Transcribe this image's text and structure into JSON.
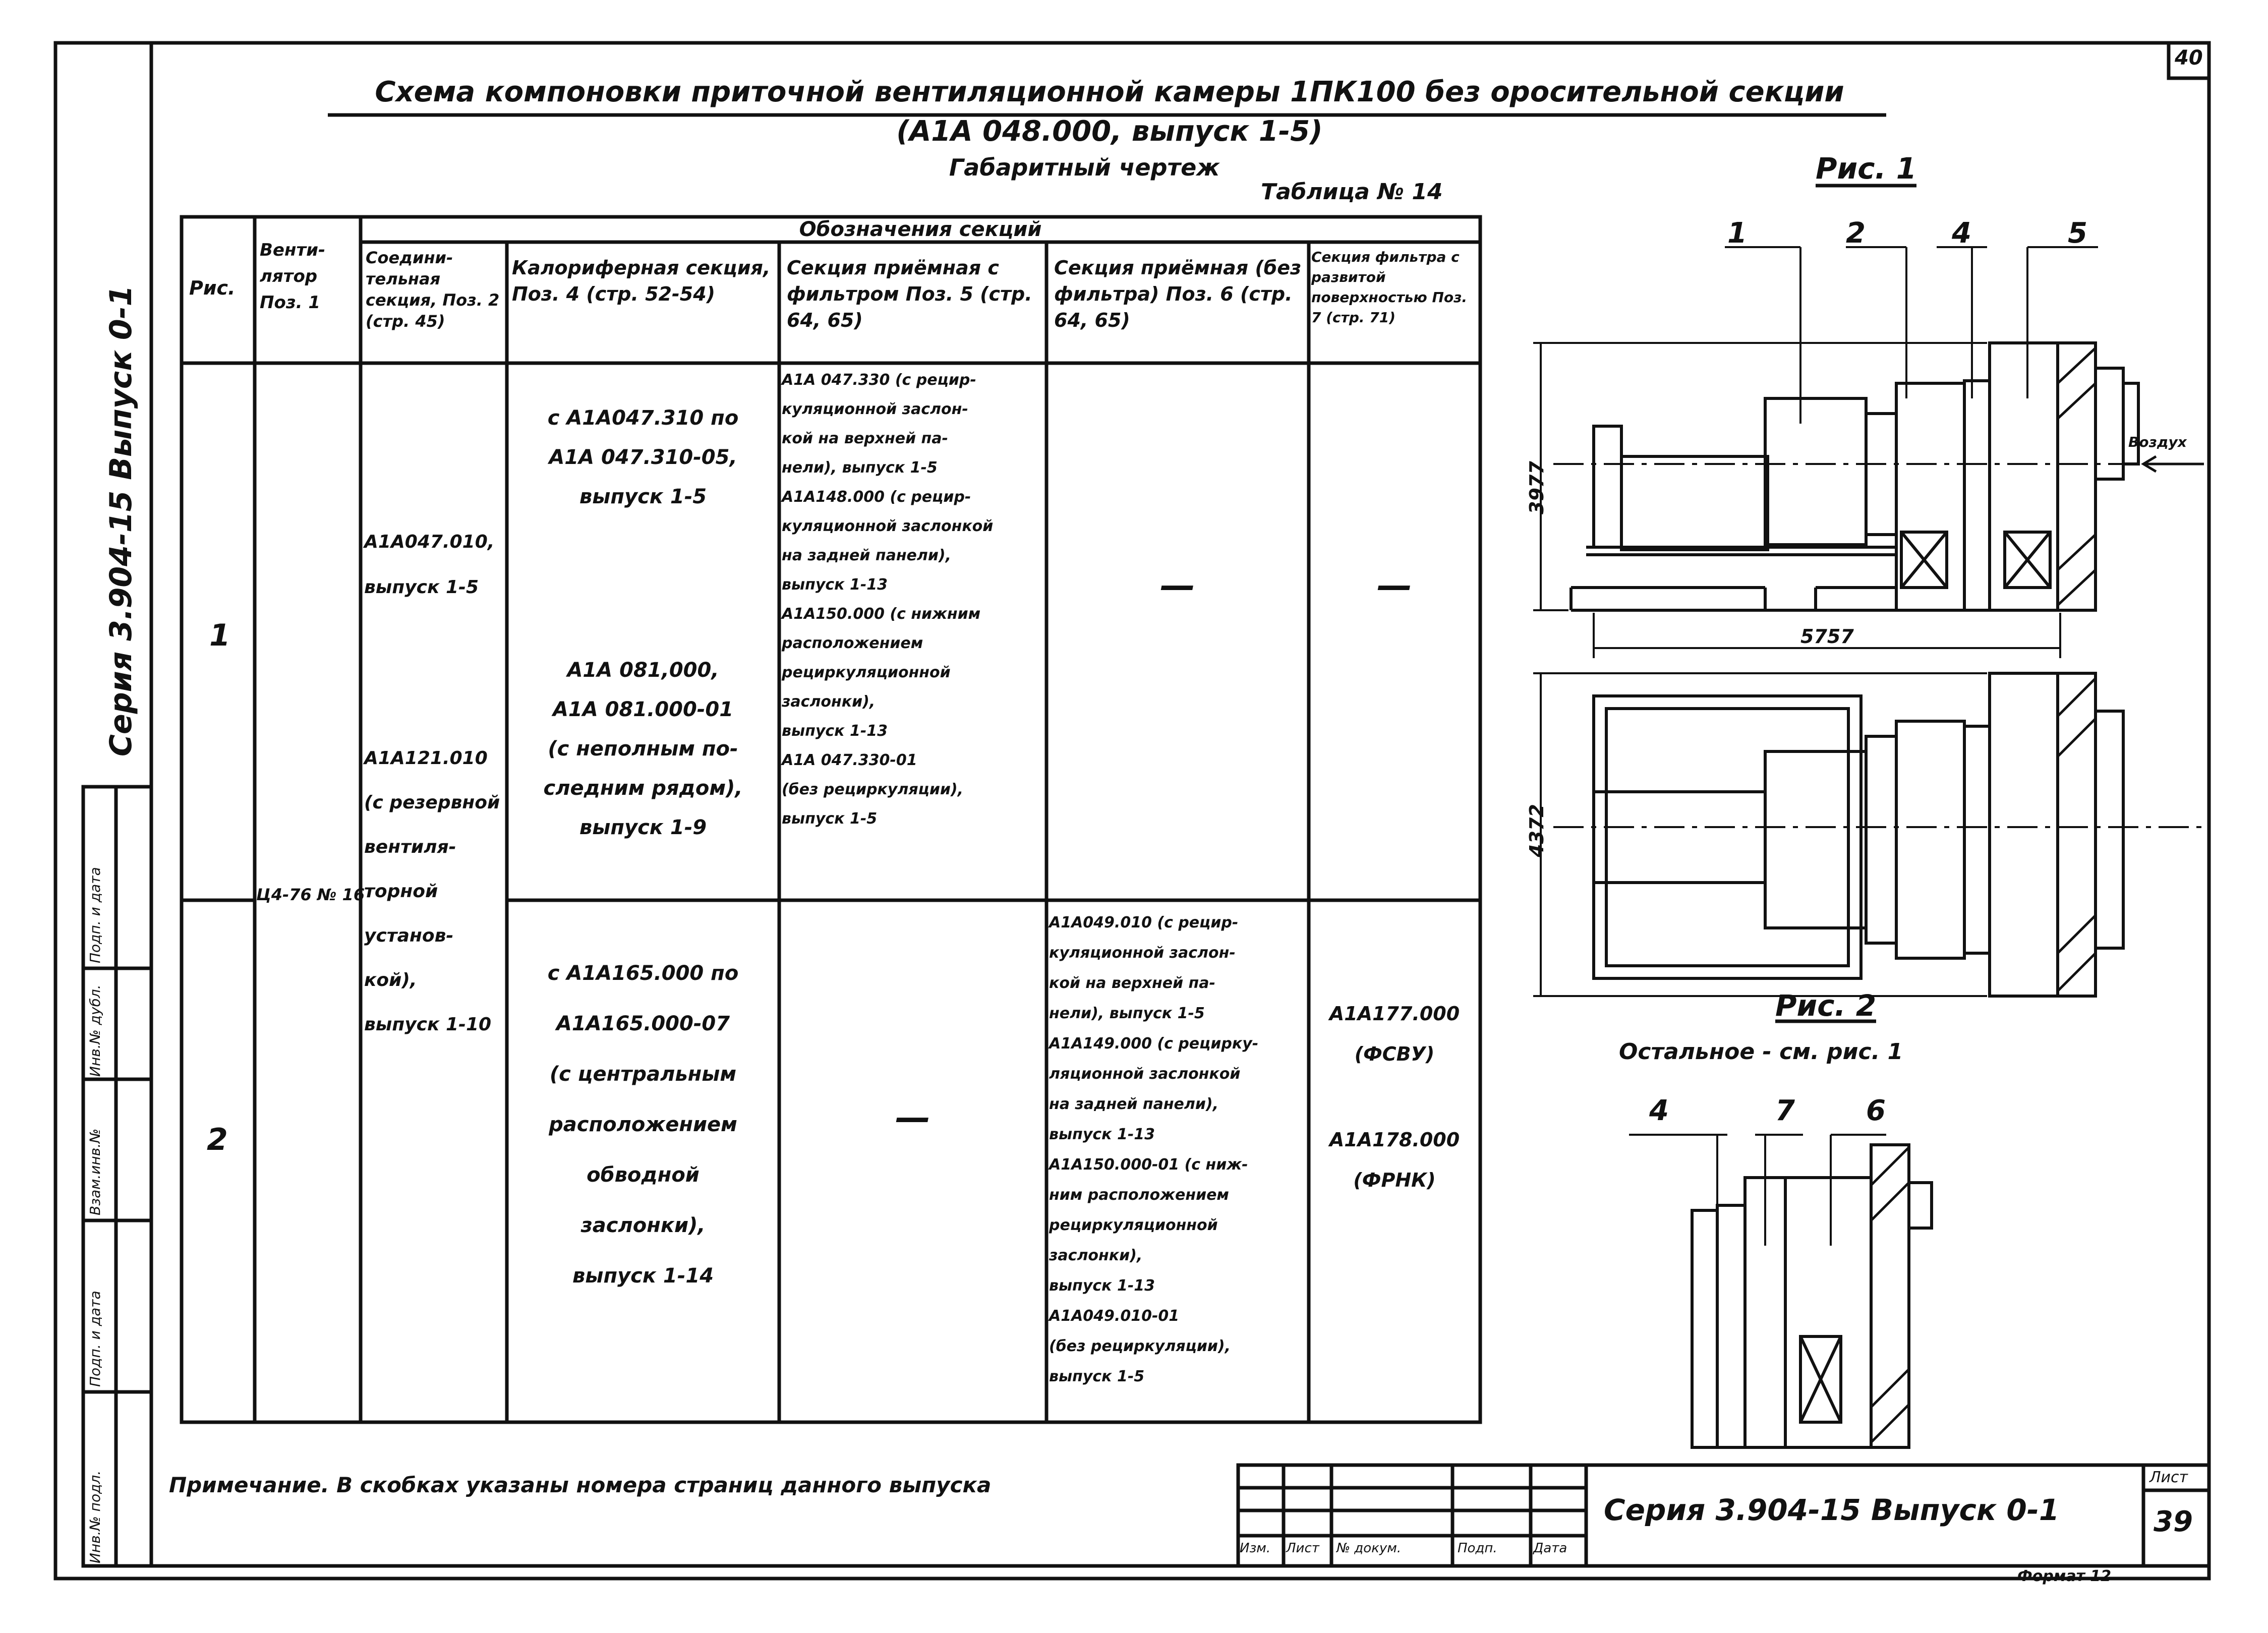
{
  "sheet_corner": "40",
  "title": {
    "line1": "Схема компоновки приточной вентиляционной камеры 1ПК100 без оросительной секции",
    "line2": "(А1А 048.000, выпуск 1-5)",
    "line3": "Габаритный чертеж",
    "table_no": "Таблица № 14"
  },
  "side_series": "Серия 3.904-15 Выпуск 0-1",
  "stamp_side": [
    "Инв.№ подл.",
    "Подп. и дата",
    "Взам.инв.№",
    "Инв.№ дубл.",
    "Подп. и дата"
  ],
  "table": {
    "group_header": "Обозначения секций",
    "headers": [
      "Рис.",
      "Венти-лятор Поз. 1",
      "Соедини-тельная секция, Поз. 2 (стр. 45)",
      "Калориферная секция, Поз. 4 (стр. 52-54)",
      "Секция приёмная с фильтром Поз. 5 (стр. 64, 65)",
      "Секция приёмная (без фильтра) Поз. 6 (стр. 64, 65)",
      "Секция фильтра с развитой поверхностью Поз. 7 (стр. 71)"
    ],
    "row1_fig": "1",
    "row2_fig": "2",
    "fan": "Ц4-76 № 16",
    "conn_a": [
      "А1А047.010,",
      "выпуск 1-5"
    ],
    "conn_b": [
      "А1А121.010",
      "(с резервной",
      "вентиля-",
      "торной",
      "установ-",
      "кой),",
      "выпуск 1-10"
    ],
    "heater_1a": [
      "с А1А047.310 по",
      "А1А 047.310-05,",
      "выпуск 1-5"
    ],
    "heater_1b": [
      "А1А 081,000,",
      "А1А 081.000-01",
      "(с неполным по-",
      "следним рядом),",
      "выпуск 1-9"
    ],
    "heater_2": [
      "с А1А165.000 по",
      "А1А165.000-07",
      "(с центральным",
      "расположением",
      "обводной",
      "заслонки),",
      "выпуск 1-14"
    ],
    "filter_1": [
      "А1А 047.330 (с рецир-",
      "куляционной заслон-",
      "кой на верхней па-",
      "нели), выпуск 1-5",
      "А1А148.000 (с рецир-",
      "куляционной заслонкой",
      "на задней панели),",
      "выпуск 1-13",
      "А1А150.000 (с нижним",
      "расположением",
      "рециркуляционной",
      "заслонки),",
      "выпуск 1-13",
      "А1А 047.330-01",
      "(без рециркуляции),",
      "выпуск 1-5"
    ],
    "dash": "—",
    "nofilter_2": [
      "А1А049.010 (с рецир-",
      "куляционной заслон-",
      "кой на верхней па-",
      "нели), выпуск 1-5",
      "А1А149.000 (с рециркy-",
      "ляционной заслонкой",
      "на задней панели),",
      "выпуск 1-13",
      "А1А150.000-01 (с ниж-",
      "ним расположением",
      "рециркуляционной",
      "заслонки),",
      "выпуск 1-13",
      "А1А049.010-01",
      "(без рециркуляции),",
      "выпуск 1-5"
    ],
    "filt7_2": [
      "А1А177.000",
      "(ФСВУ)",
      "А1А178.000",
      "(ФРНК)"
    ]
  },
  "fig1": {
    "title": "Рис. 1",
    "labels": [
      "1",
      "2",
      "4",
      "5"
    ],
    "dim_height": "3977",
    "dim_length": "5757",
    "dim_width": "4372",
    "air": "Воздух"
  },
  "fig2": {
    "title": "Рис. 2",
    "subtitle": "Остальное - см. рис. 1",
    "labels": [
      "4",
      "7",
      "6"
    ]
  },
  "note": "Примечание. В скобках указаны номера страниц данного выпуска",
  "titleblock": {
    "cols": [
      "Изм.",
      "Лист",
      "№ докум.",
      "Подп.",
      "Дата"
    ],
    "series": "Серия 3.904-15 Выпуск 0-1",
    "sheet_label": "Лист",
    "sheet_no": "39",
    "format": "Формат 12"
  }
}
